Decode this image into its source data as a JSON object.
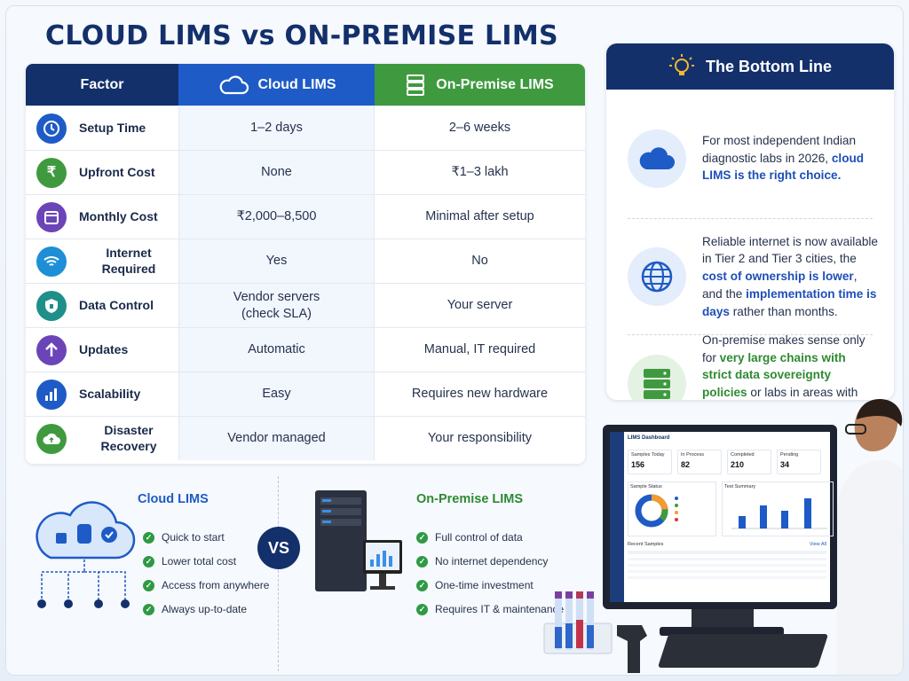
{
  "title": "CLOUD LIMS vs ON-PREMISE LIMS",
  "table": {
    "headers": {
      "factor": "Factor",
      "cloud": "Cloud LIMS",
      "onprem": "On-Premise LIMS"
    },
    "rows": [
      {
        "factor": "Setup Time",
        "cloud": "1–2 days",
        "onprem": "2–6 weeks",
        "icon": "clock-icon",
        "color": "#1e5bc6"
      },
      {
        "factor": "Upfront Cost",
        "cloud": "None",
        "onprem": "₹1–3 lakh",
        "icon": "rupee-icon",
        "color": "#3f9a3f"
      },
      {
        "factor": "Monthly Cost",
        "cloud": "₹2,000–8,500",
        "onprem": "Minimal after setup",
        "icon": "calendar-icon",
        "color": "#6b45b8"
      },
      {
        "factor": "Internet Required",
        "cloud": "Yes",
        "onprem": "No",
        "icon": "wifi-icon",
        "color": "#1e8fd6"
      },
      {
        "factor": "Data Control",
        "cloud": "Vendor servers\n(check SLA)",
        "onprem": "Your server",
        "icon": "shield-icon",
        "color": "#1f8f8a"
      },
      {
        "factor": "Updates",
        "cloud": "Automatic",
        "onprem": "Manual, IT required",
        "icon": "arrow-up-icon",
        "color": "#6b45b8"
      },
      {
        "factor": "Scalability",
        "cloud": "Easy",
        "onprem": "Requires new hardware",
        "icon": "bar-chart-icon",
        "color": "#1e5bc6"
      },
      {
        "factor": "Disaster Recovery",
        "cloud": "Vendor managed",
        "onprem": "Your responsibility",
        "icon": "cloud-upload-icon",
        "color": "#3f9a3f"
      }
    ]
  },
  "bottom_line": {
    "heading": "The Bottom Line",
    "item1": {
      "pre": "For most independent Indian diagnostic labs in 2026, ",
      "hl": "cloud LIMS is the right choice."
    },
    "item2": {
      "pre": "Reliable internet is now available in Tier 2 and Tier 3 cities, the ",
      "hl1": "cost of ownership is lower",
      "mid": ", and the ",
      "hl2": "implementation time is days",
      "post": " rather than months."
    },
    "item3": {
      "pre": "On-premise makes sense only for ",
      "hl": "very large chains with strict data sovereignty policies",
      "post": " or labs in areas with genuinely unreliable connectivity."
    }
  },
  "cloud_section": {
    "title": "Cloud LIMS",
    "points": [
      "Quick to start",
      "Lower total cost",
      "Access from anywhere",
      "Always up-to-date"
    ]
  },
  "vs_label": "VS",
  "onprem_section": {
    "title": "On-Premise LIMS",
    "points": [
      "Full control of data",
      "No internet dependency",
      "One-time investment",
      "Requires IT & maintenance"
    ]
  },
  "dashboard": {
    "title": "LIMS Dashboard",
    "kpis": [
      {
        "label": "Samples Today",
        "value": "156"
      },
      {
        "label": "In Process",
        "value": "82"
      },
      {
        "label": "Completed",
        "value": "210"
      },
      {
        "label": "Pending",
        "value": "34"
      }
    ],
    "status_title": "Sample Status",
    "summary_title": "Test Summary",
    "recent_title": "Recent Samples",
    "view_all": "View All"
  },
  "colors": {
    "navy": "#13306b",
    "blue": "#1e5bc6",
    "green": "#3f9a3f"
  }
}
